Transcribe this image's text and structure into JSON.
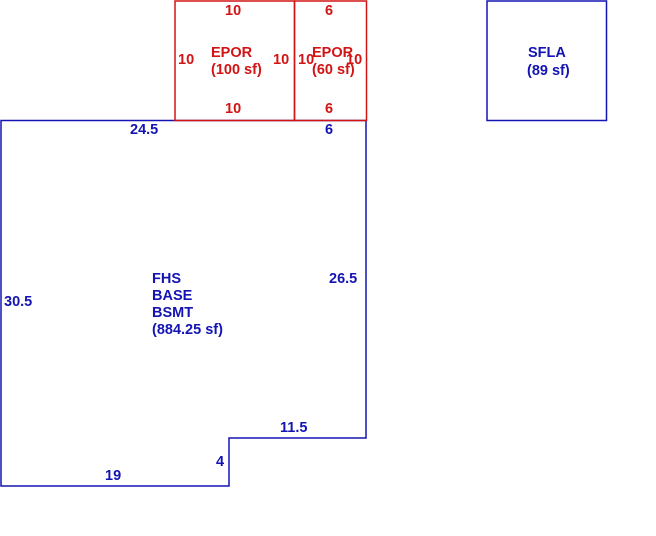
{
  "colors": {
    "living_area": "#1414b4",
    "porch": "#d21414",
    "background": "#ffffff"
  },
  "areas": {
    "base": {
      "lines": [
        "FHS",
        "BASE",
        "BSMT",
        "(884.25 sf)"
      ],
      "dims": {
        "top": "24.5",
        "top_right": "6",
        "left": "30.5",
        "right": "26.5",
        "step_top": "11.5",
        "step_side": "4",
        "bottom": "19"
      }
    },
    "epor_large": {
      "name": "EPOR",
      "area": "(100 sf)",
      "dims": {
        "top": "10",
        "bottom": "10",
        "left": "10",
        "right": "10"
      }
    },
    "epor_small": {
      "name": "EPOR",
      "area": "(60 sf)",
      "dims": {
        "top": "6",
        "bottom": "6",
        "left": "10",
        "right": "10"
      }
    },
    "sfla": {
      "name": "SFLA",
      "area": "(89 sf)"
    }
  }
}
